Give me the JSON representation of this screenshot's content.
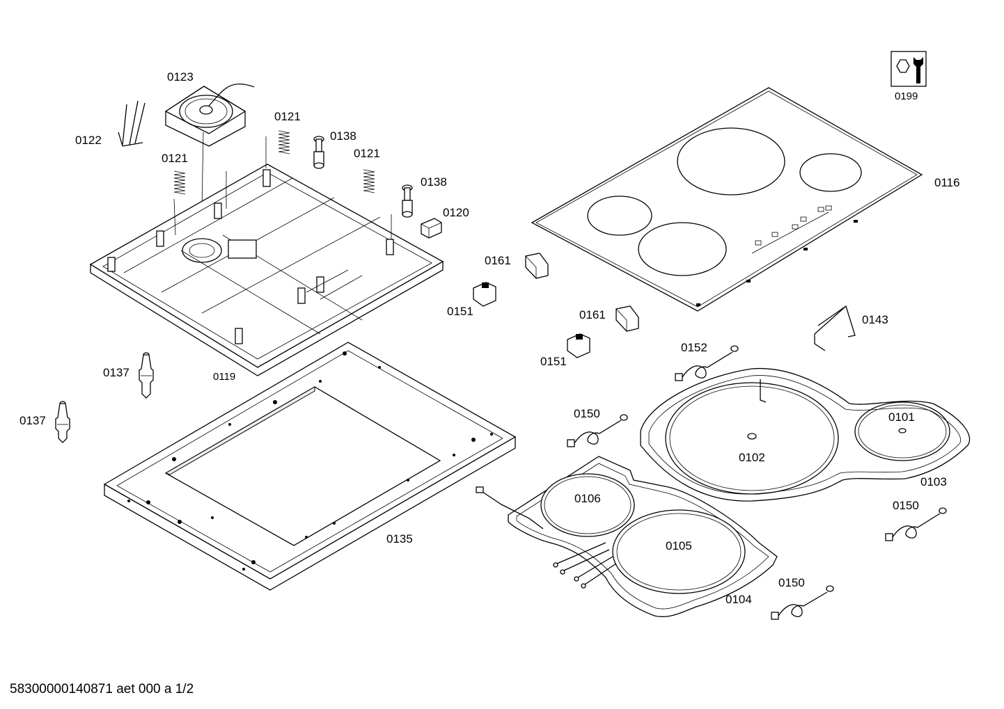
{
  "labels": {
    "p0123": "0123",
    "p0122": "0122",
    "p0121a": "0121",
    "p0121b": "0121",
    "p0121c": "0121",
    "p0138a": "0138",
    "p0138b": "0138",
    "p0120": "0120",
    "p0119": "0119",
    "p0137a": "0137",
    "p0137b": "0137",
    "p0135": "0135",
    "p0161a": "0161",
    "p0161b": "0161",
    "p0151a": "0151",
    "p0151b": "0151",
    "p0116": "0116",
    "p0199": "0199",
    "p0143": "0143",
    "p0152": "0152",
    "p0150a": "0150",
    "p0150b": "0150",
    "p0150c": "0150",
    "p0101": "0101",
    "p0102": "0102",
    "p0103": "0103",
    "p0106": "0106",
    "p0105": "0105",
    "p0104": "0104"
  },
  "footer": "58300000140871 aet 000 a 1/2",
  "icons": {
    "tools": "nut-and-wrench-icon"
  }
}
